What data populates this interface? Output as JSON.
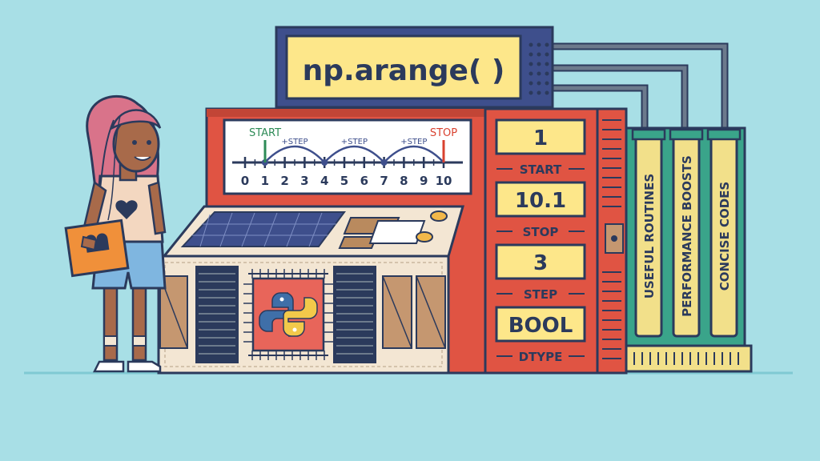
{
  "title": "np.arange( )",
  "number_line": {
    "start_label": "START",
    "stop_label": "STOP",
    "step_label": "+STEP",
    "ticks": [
      "0",
      "1",
      "2",
      "3",
      "4",
      "5",
      "6",
      "7",
      "8",
      "9",
      "10"
    ]
  },
  "params": [
    {
      "value": "1",
      "label": "START"
    },
    {
      "value": "10.1",
      "label": "STOP"
    },
    {
      "value": "3",
      "label": "STEP"
    },
    {
      "value": "BOOL",
      "label": "DTYPE"
    }
  ],
  "tubes": [
    "USEFUL ROUTINES",
    "PERFORMANCE BOOSTS",
    "CONCISE CODES"
  ],
  "colors": {
    "background": "#a8dfe6",
    "outline": "#2b3a5c",
    "machine_red": "#e05443",
    "display_yellow": "#fde78a",
    "tube_green": "#3aa48a",
    "panel_navy": "#3e4f8c",
    "body_cream": "#f3e6d3"
  },
  "icons": {
    "chip": "python-logo-icon",
    "person": "person-figure",
    "book": "book-icon"
  }
}
